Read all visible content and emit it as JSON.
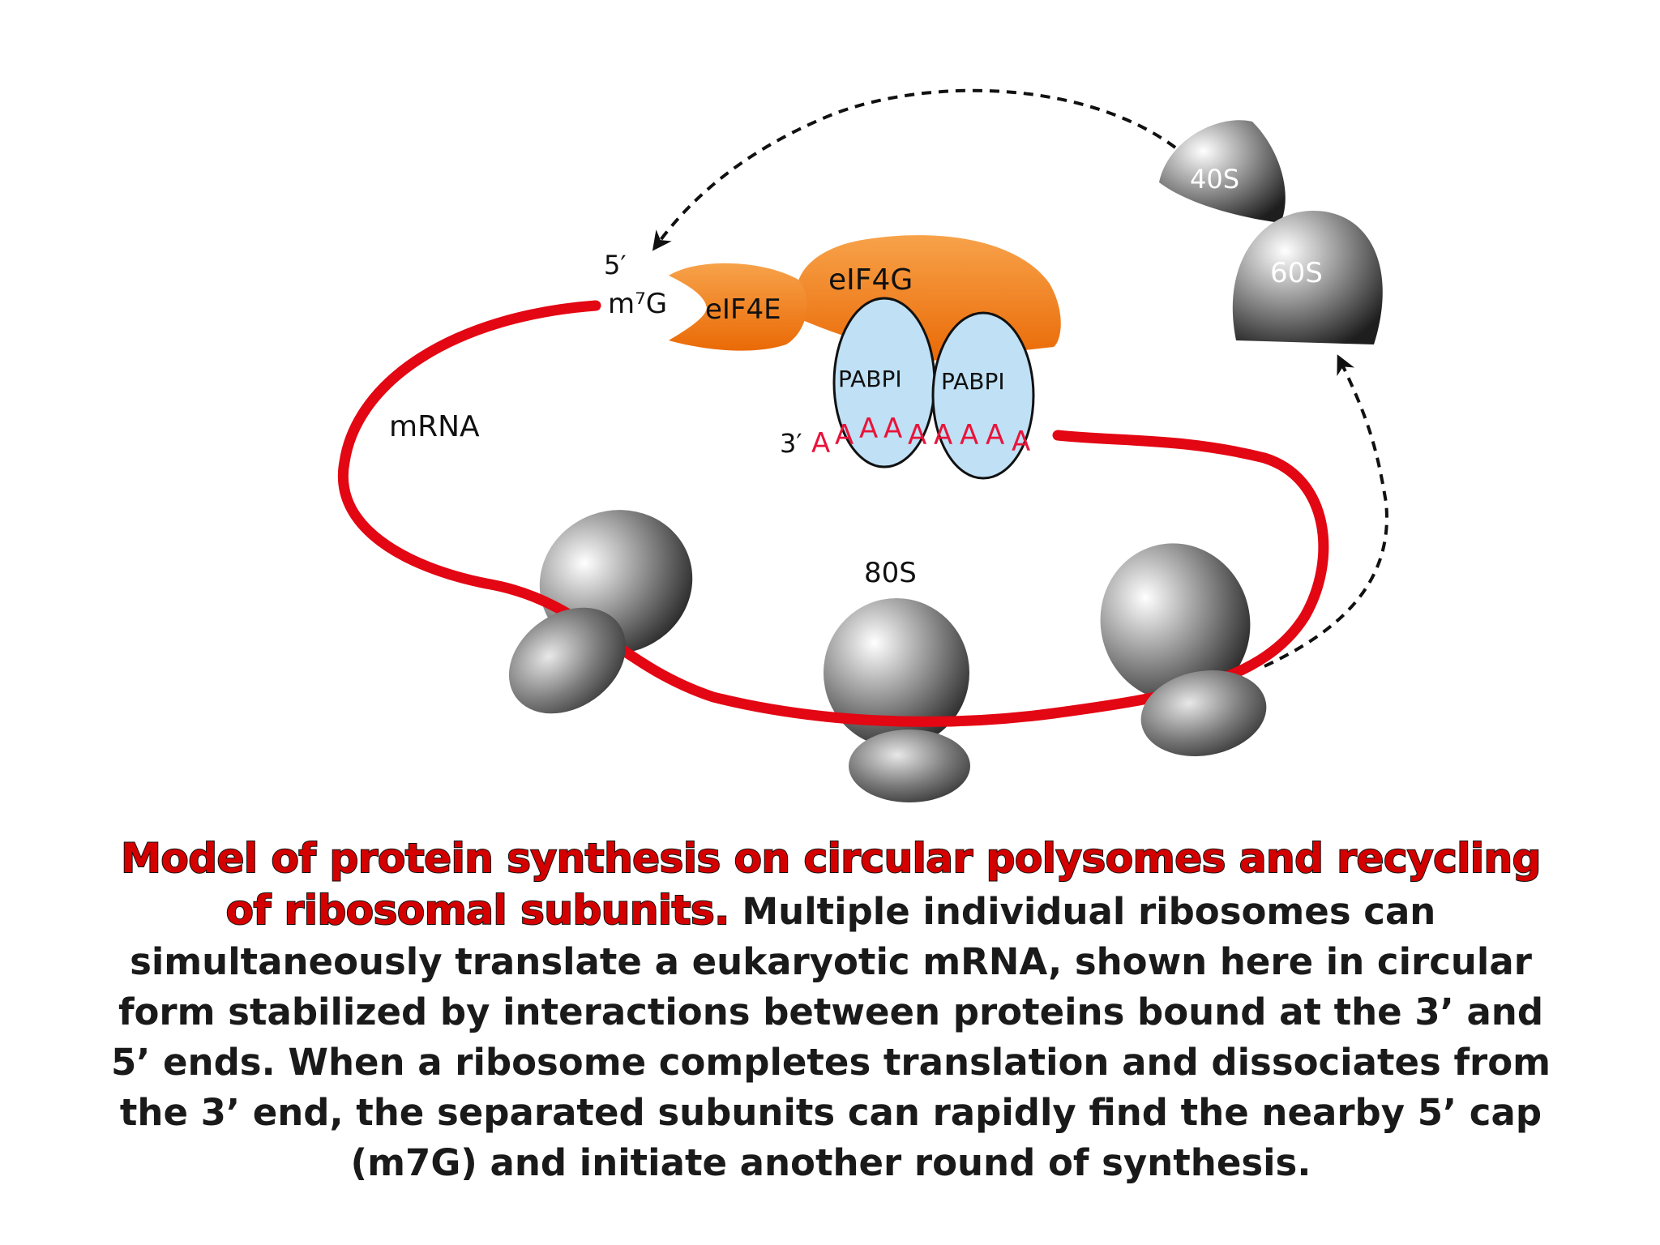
{
  "diagram": {
    "labels": {
      "five_prime": "5′",
      "cap": "m⁷G",
      "eif4e": "eIF4E",
      "eif4g": "eIF4G",
      "pabp_left": "PABPI",
      "pabp_right": "PABPI",
      "three_prime": "3′",
      "poly_a": [
        "A",
        "A",
        "A",
        "A",
        "A",
        "A",
        "A",
        "A",
        "A"
      ],
      "mrna": "mRNA",
      "ribosome_80s": "80S",
      "subunit_40s": "40S",
      "subunit_60s": "60S"
    },
    "colors": {
      "mrna": "#e30613",
      "eif": "#f07a10",
      "pabp": "#bfe0f5",
      "ribosome": "#6e6e6e",
      "poly_a": "#e8143a"
    }
  },
  "caption": {
    "title": "Model of protein synthesis on circular polysomes and recycling of ribosomal subunits.",
    "body": " Multiple individual ribosomes can simultaneously translate a eukaryotic mRNA, shown here in circular form stabilized by interactions between proteins bound at the 3’ and 5’ ends. When a ribosome completes translation and dissociates from the 3’ end, the separated subunits can rapidly find the nearby 5’ cap (m7G) and initiate another round of synthesis."
  }
}
